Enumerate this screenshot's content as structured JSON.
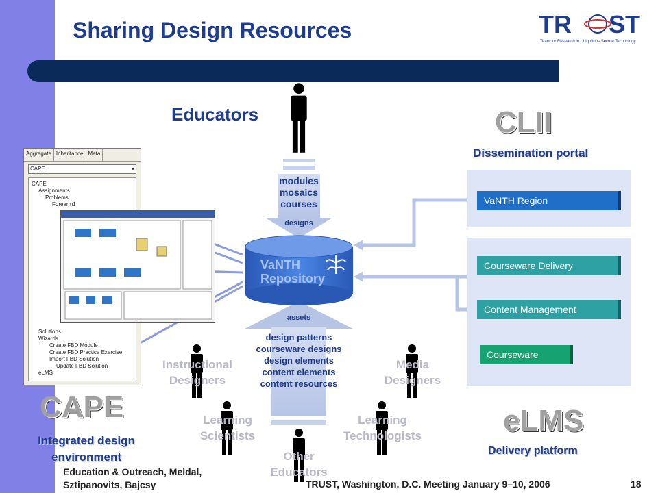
{
  "title": "Sharing Design Resources",
  "logo": {
    "name": "TRUST",
    "tagline": "Team for Research in Ubiquitous Secure Technology"
  },
  "educators": "Educators",
  "clii": {
    "name": "CLII",
    "subtitle": "Dissemination portal",
    "region_button": "VaNTH Region"
  },
  "elms": {
    "name": "eLMS",
    "subtitle": "Delivery platform",
    "buttons": [
      "Courseware Delivery",
      "Content Management",
      "Courseware"
    ]
  },
  "cape": {
    "name": "CAPE",
    "subtitle_line1": "Integrated design",
    "subtitle_line2": "environment"
  },
  "repository": {
    "line1": "VaNTH",
    "line2": "Repository"
  },
  "top_flow": {
    "items": [
      "modules",
      "mosaics",
      "courses"
    ],
    "label": "designs"
  },
  "bottom_flow": {
    "label": "assets",
    "items": [
      "design patterns",
      "courseware designs",
      "design elements",
      "content elements",
      "content resources"
    ]
  },
  "roles": {
    "instructional_1": "Instructional",
    "instructional_2": "Designers",
    "media_1": "Media",
    "media_2": "Designers",
    "scientists_1": "Learning",
    "scientists_2": "Scientists",
    "technologists_1": "Learning",
    "technologists_2": "Technologists",
    "other_1": "Other",
    "other_2": "Educators"
  },
  "tool_window": {
    "tabs": [
      "Aggregate",
      "Inheritance",
      "Meta"
    ],
    "combo": "CAPE",
    "tree": [
      "CAPE",
      "Assignments",
      "Problems",
      "Forearm1",
      "Solutions",
      "Wizards",
      "Create FBD Module",
      "Create FBD Practice Exercise",
      "Import FBD Solution",
      "Update FBD Solution",
      "eLMS"
    ]
  },
  "footer": {
    "left_line1": "Education & Outreach, Meldal,",
    "left_line2": "Sztipanovits, Bajcsy",
    "center": "TRUST, Washington, D.C. Meeting January 9–10, 2006",
    "page": "18"
  },
  "colors": {
    "accent": "#1e3c8f",
    "band": "#8080e6",
    "bar": "#0a2a5a",
    "panel": "#dde5f6",
    "cylinder": "#3d74d4"
  }
}
